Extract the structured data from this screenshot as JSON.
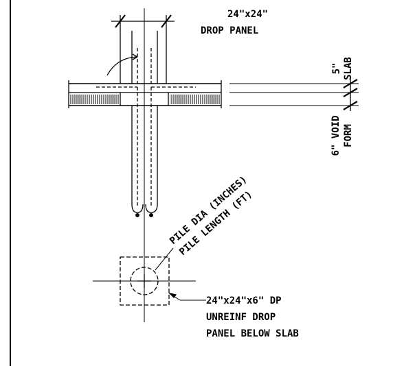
{
  "drawing": {
    "drop_panel_size": "24\"x24\"",
    "drop_panel_label": "DROP PANEL",
    "slab_thickness": "5\"",
    "slab_label": "SLAB",
    "void_form_line1": "6\" VOID",
    "void_form_line2": "FORM",
    "pile_dia": "PILE DIA (INCHES)",
    "pile_length": "PILE LENGTH (FT)",
    "dp_note_line1": "24\"x24\"x6\" DP",
    "dp_note_line2": "UNREINF DROP",
    "dp_note_line3": "PANEL BELOW SLAB"
  }
}
